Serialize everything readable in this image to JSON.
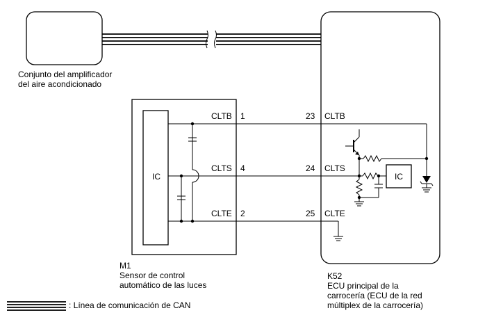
{
  "amplifier": {
    "label_line1": "Conjunto del amplificador",
    "label_line2": "del aire acondicionado"
  },
  "sensor": {
    "code": "M1",
    "name_line1": "Sensor de control",
    "name_line2": "automático de las luces",
    "ic_label": "IC",
    "pins": [
      {
        "signal": "CLTB",
        "pin": "1"
      },
      {
        "signal": "CLTS",
        "pin": "4"
      },
      {
        "signal": "CLTE",
        "pin": "2"
      }
    ]
  },
  "ecu": {
    "code": "K52",
    "name_line1": "ECU principal de la",
    "name_line2": "carrocería (ECU de la red",
    "name_line3": "múltiplex de la carrocería)",
    "ic_label": "IC",
    "pins": [
      {
        "pin": "23",
        "signal": "CLTB"
      },
      {
        "pin": "24",
        "signal": "CLTS"
      },
      {
        "pin": "25",
        "signal": "CLTE"
      }
    ]
  },
  "legend": {
    "text": ": Línea de comunicación de CAN"
  }
}
